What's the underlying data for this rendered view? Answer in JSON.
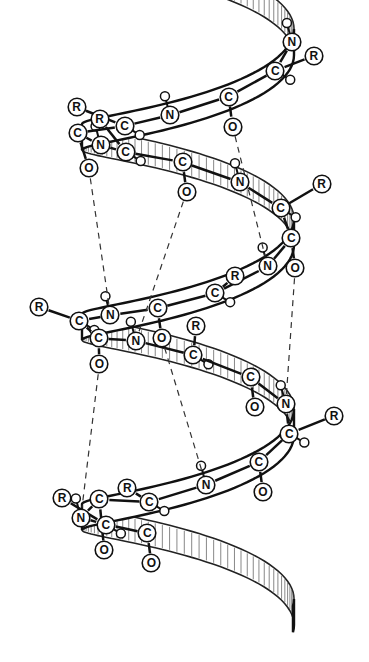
{
  "diagram": {
    "nodes": [
      {
        "text": [
          "N"
        ]
      },
      {
        "text": [
          "C"
        ]
      },
      {
        "text": [
          "R"
        ]
      },
      {
        "text": [
          "C"
        ]
      },
      {
        "text": [
          "O"
        ]
      },
      {
        "text": [
          "N"
        ]
      },
      {
        "text": [
          "C"
        ]
      },
      {
        "text": [
          "R"
        ]
      },
      {
        "text": [
          "C"
        ]
      },
      {
        "text": [
          "O"
        ]
      },
      {
        "text": [
          "N"
        ]
      },
      {
        "text": [
          "C"
        ]
      },
      {
        "text": [
          "R"
        ]
      },
      {
        "text": [
          "C"
        ]
      },
      {
        "text": [
          "O"
        ]
      },
      {
        "text": [
          "N"
        ]
      },
      {
        "text": [
          "C"
        ]
      },
      {
        "text": [
          "R"
        ]
      },
      {
        "text": [
          "C"
        ]
      },
      {
        "text": [
          "O"
        ]
      },
      {
        "text": [
          "N"
        ]
      },
      {
        "text": [
          "C"
        ]
      },
      {
        "text": [
          "R"
        ]
      },
      {
        "text": [
          "C"
        ]
      },
      {
        "text": [
          "O"
        ]
      },
      {
        "text": [
          "N"
        ]
      },
      {
        "text": [
          "C"
        ]
      },
      {
        "text": [
          "R"
        ]
      },
      {
        "text": [
          "C"
        ]
      },
      {
        "text": [
          "O"
        ]
      },
      {
        "text": [
          "N"
        ]
      },
      {
        "text": [
          "C"
        ]
      },
      {
        "text": [
          "R"
        ]
      },
      {
        "text": [
          "C"
        ]
      },
      {
        "text": [
          "O"
        ]
      },
      {
        "text": [
          "N"
        ]
      },
      {
        "text": [
          "C"
        ]
      },
      {
        "text": [
          "R"
        ]
      },
      {
        "text": [
          "C"
        ]
      },
      {
        "text": [
          "O"
        ]
      },
      {
        "text": [
          "N"
        ]
      },
      {
        "text": [
          "C"
        ]
      },
      {
        "text": [
          "R"
        ]
      },
      {
        "text": [
          "C"
        ]
      },
      {
        "text": [
          "O"
        ]
      },
      {
        "text": [
          "N"
        ]
      },
      {
        "text": [
          "C"
        ]
      },
      {
        "text": [
          "R"
        ]
      },
      {
        "text": [
          "C"
        ]
      },
      {
        "text": [
          "O"
        ]
      }
    ],
    "edges": [
      {
        "from": 0,
        "to": 1,
        "arrow": "none"
      },
      {
        "from": 1,
        "to": 2,
        "arrow": "none"
      },
      {
        "from": 1,
        "to": 3,
        "arrow": "none"
      },
      {
        "from": 3,
        "to": 4,
        "arrow": "none"
      },
      {
        "from": 3,
        "to": 5,
        "arrow": "none"
      },
      {
        "from": 5,
        "to": 6,
        "arrow": "none"
      },
      {
        "from": 6,
        "to": 7,
        "arrow": "none"
      },
      {
        "from": 6,
        "to": 8,
        "arrow": "none"
      },
      {
        "from": 8,
        "to": 9,
        "arrow": "none"
      },
      {
        "from": 8,
        "to": 10,
        "arrow": "none"
      },
      {
        "from": 10,
        "to": 11,
        "arrow": "none"
      },
      {
        "from": 11,
        "to": 12,
        "arrow": "none"
      },
      {
        "from": 11,
        "to": 13,
        "arrow": "none"
      },
      {
        "from": 13,
        "to": 14,
        "arrow": "none"
      },
      {
        "from": 13,
        "to": 15,
        "arrow": "none"
      },
      {
        "from": 15,
        "to": 16,
        "arrow": "none"
      },
      {
        "from": 16,
        "to": 17,
        "arrow": "none"
      },
      {
        "from": 16,
        "to": 18,
        "arrow": "none"
      },
      {
        "from": 18,
        "to": 19,
        "arrow": "none"
      },
      {
        "from": 18,
        "to": 20,
        "arrow": "none"
      },
      {
        "from": 20,
        "to": 21,
        "arrow": "none"
      },
      {
        "from": 21,
        "to": 22,
        "arrow": "none"
      },
      {
        "from": 21,
        "to": 23,
        "arrow": "none"
      },
      {
        "from": 23,
        "to": 24,
        "arrow": "none"
      },
      {
        "from": 23,
        "to": 25,
        "arrow": "none"
      },
      {
        "from": 25,
        "to": 26,
        "arrow": "none"
      },
      {
        "from": 26,
        "to": 27,
        "arrow": "none"
      },
      {
        "from": 26,
        "to": 28,
        "arrow": "none"
      },
      {
        "from": 28,
        "to": 29,
        "arrow": "none"
      },
      {
        "from": 28,
        "to": 30,
        "arrow": "none"
      },
      {
        "from": 30,
        "to": 31,
        "arrow": "none"
      },
      {
        "from": 31,
        "to": 32,
        "arrow": "none"
      },
      {
        "from": 31,
        "to": 33,
        "arrow": "none"
      },
      {
        "from": 33,
        "to": 34,
        "arrow": "none"
      },
      {
        "from": 33,
        "to": 35,
        "arrow": "none"
      },
      {
        "from": 35,
        "to": 36,
        "arrow": "none"
      },
      {
        "from": 36,
        "to": 37,
        "arrow": "none"
      },
      {
        "from": 36,
        "to": 38,
        "arrow": "none"
      },
      {
        "from": 38,
        "to": 39,
        "arrow": "none"
      },
      {
        "from": 38,
        "to": 40,
        "arrow": "none"
      },
      {
        "from": 40,
        "to": 41,
        "arrow": "none"
      },
      {
        "from": 41,
        "to": 42,
        "arrow": "none"
      },
      {
        "from": 41,
        "to": 43,
        "arrow": "none"
      },
      {
        "from": 43,
        "to": 44,
        "arrow": "none"
      },
      {
        "from": 43,
        "to": 45,
        "arrow": "none"
      },
      {
        "from": 45,
        "to": 46,
        "arrow": "none"
      },
      {
        "from": 46,
        "to": 47,
        "arrow": "none"
      },
      {
        "from": 46,
        "to": 48,
        "arrow": "none"
      },
      {
        "from": 48,
        "to": 49,
        "arrow": "none"
      },
      {
        "from": 4,
        "to": 20,
        "arrow": "none"
      },
      {
        "from": 9,
        "to": 25,
        "arrow": "none"
      },
      {
        "from": 14,
        "to": 30,
        "arrow": "none"
      },
      {
        "from": 19,
        "to": 35,
        "arrow": "none"
      },
      {
        "from": 24,
        "to": 40,
        "arrow": "none"
      },
      {
        "from": 29,
        "to": 45,
        "arrow": "none"
      }
    ]
  }
}
